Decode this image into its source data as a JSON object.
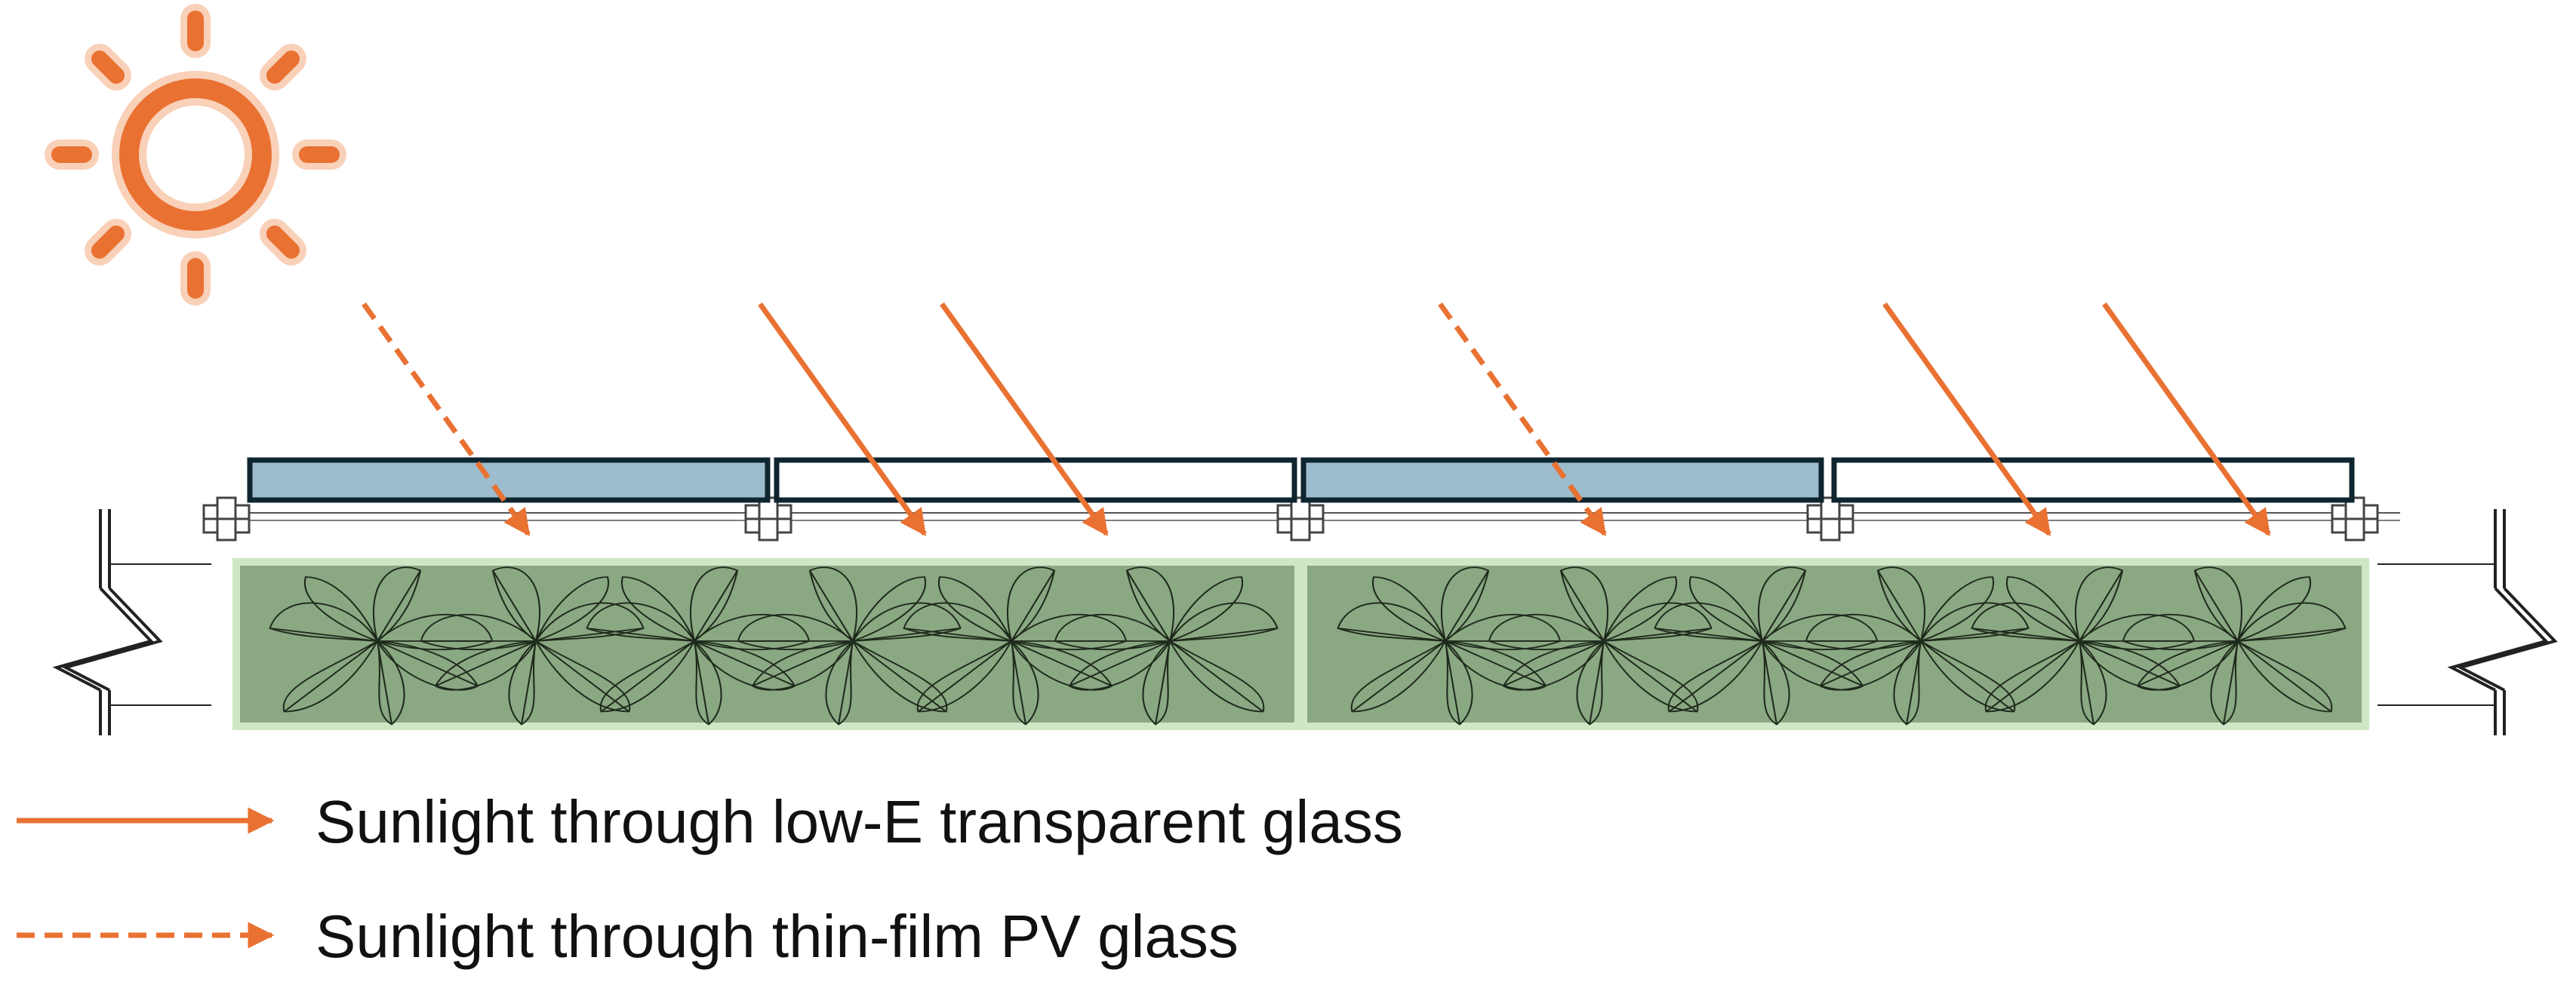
{
  "legend": {
    "solid_label": "Sunlight through low-E transparent glass",
    "dashed_label": "Sunlight through thin-film PV glass"
  },
  "colors": {
    "sun": "#e97132",
    "sun_glow": "#f9d0b8",
    "pv_glass": "#9dbcce",
    "lowe_glass": "#ffffff",
    "panel_outline": "#0f2530",
    "plant_bed": "#8aa882",
    "plant_bed_border": "#cfe7c5",
    "plant_line": "#1f2a1c",
    "structure": "#555555"
  },
  "glass_panels": [
    {
      "type": "pv-glass"
    },
    {
      "type": "low-e-glass"
    },
    {
      "type": "pv-glass"
    },
    {
      "type": "low-e-glass"
    }
  ],
  "sun_rays": [
    {
      "through": "pv-glass",
      "style": "dashed"
    },
    {
      "through": "low-e-glass",
      "style": "solid"
    },
    {
      "through": "low-e-glass",
      "style": "solid"
    },
    {
      "through": "pv-glass",
      "style": "dashed"
    },
    {
      "through": "low-e-glass",
      "style": "solid"
    },
    {
      "through": "low-e-glass",
      "style": "solid"
    }
  ],
  "icons": [
    "sun-icon",
    "plant-icon",
    "arrow-right-icon"
  ]
}
